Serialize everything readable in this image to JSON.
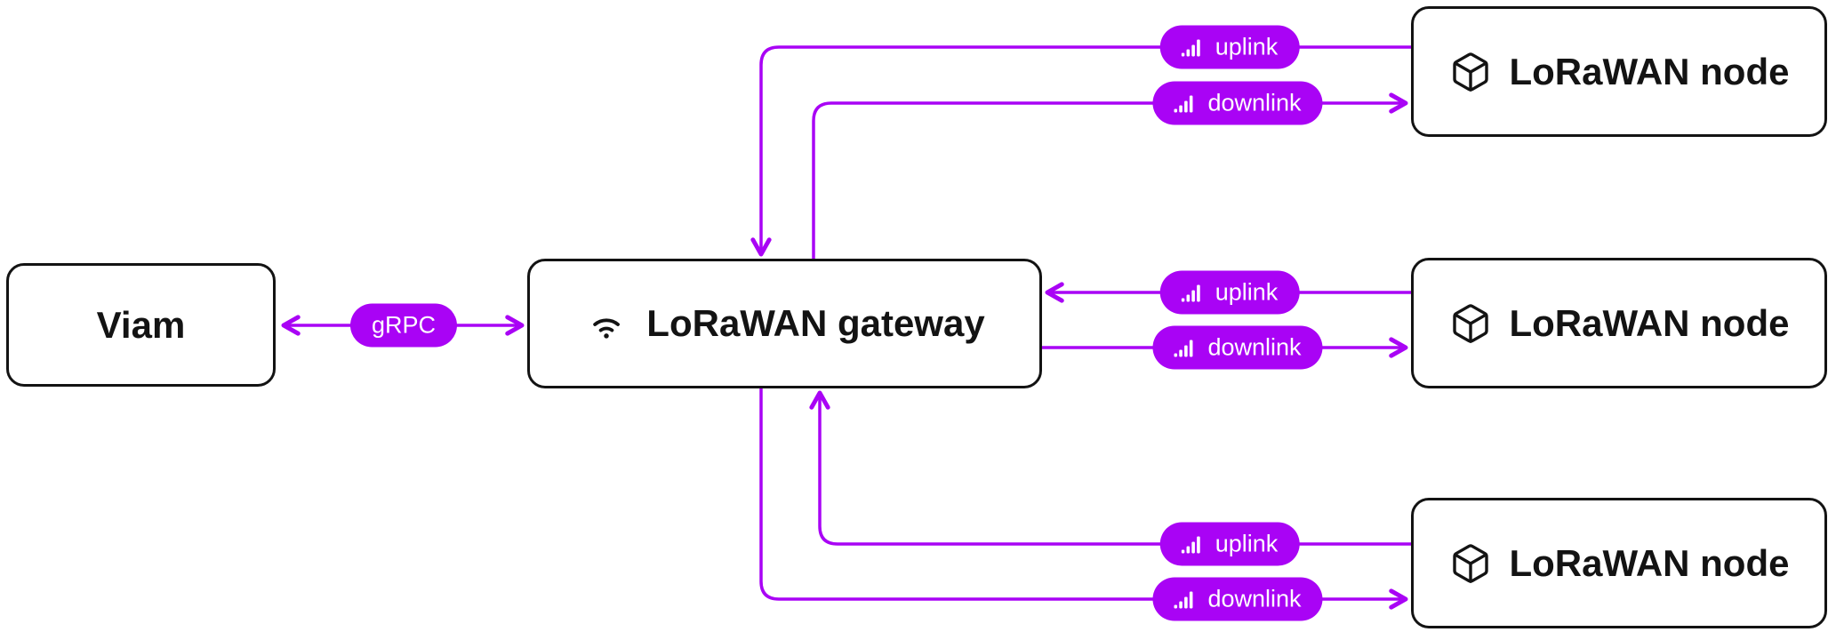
{
  "diagram": {
    "accent_color": "#a903f5",
    "outline_color": "#131313",
    "nodes": {
      "viam": {
        "label": "Viam"
      },
      "gateway": {
        "label": "LoRaWAN gateway",
        "icon": "wifi-icon"
      },
      "node1": {
        "label": "LoRaWAN node",
        "icon": "box-icon"
      },
      "node2": {
        "label": "LoRaWAN node",
        "icon": "box-icon"
      },
      "node3": {
        "label": "LoRaWAN node",
        "icon": "box-icon"
      }
    },
    "labels": {
      "grpc": "gRPC",
      "uplink": "uplink",
      "downlink": "downlink"
    },
    "edges": [
      {
        "from": "viam",
        "to": "gateway",
        "label": "gRPC",
        "direction": "bidirectional"
      },
      {
        "from": "node1",
        "to": "gateway",
        "label": "uplink"
      },
      {
        "from": "gateway",
        "to": "node1",
        "label": "downlink"
      },
      {
        "from": "node2",
        "to": "gateway",
        "label": "uplink"
      },
      {
        "from": "gateway",
        "to": "node2",
        "label": "downlink"
      },
      {
        "from": "node3",
        "to": "gateway",
        "label": "uplink"
      },
      {
        "from": "gateway",
        "to": "node3",
        "label": "downlink"
      }
    ],
    "icon_names": [
      "wifi-icon",
      "box-icon",
      "signal-bars-icon"
    ]
  }
}
